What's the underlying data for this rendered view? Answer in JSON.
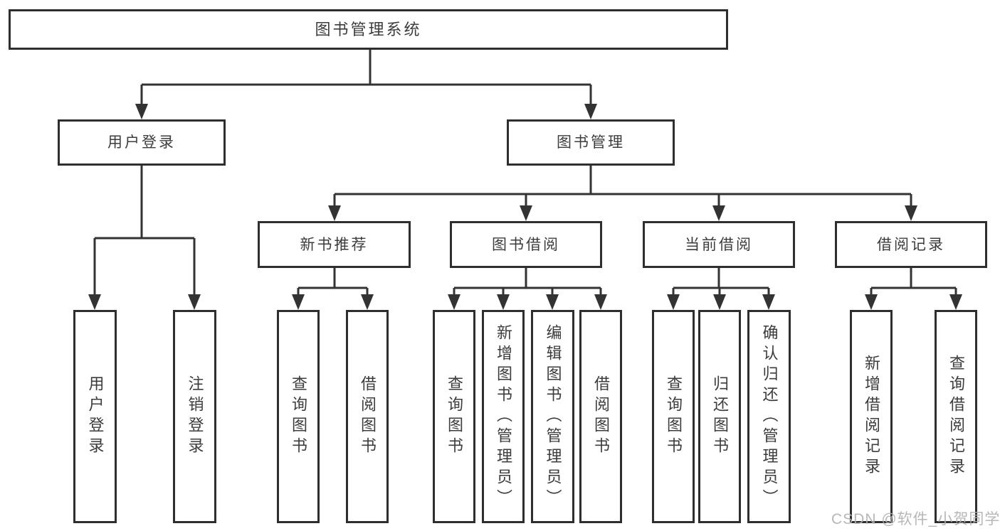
{
  "diagram": {
    "root": {
      "label": "图书管理系统",
      "children": [
        {
          "label": "用户登录",
          "children": [
            {
              "label": "用户登录"
            },
            {
              "label": "注销登录"
            }
          ]
        },
        {
          "label": "图书管理",
          "children": [
            {
              "label": "新书推荐",
              "children": [
                {
                  "label": "查询图书"
                },
                {
                  "label": "借阅图书"
                }
              ]
            },
            {
              "label": "图书借阅",
              "children": [
                {
                  "label": "查询图书"
                },
                {
                  "label": "新增图书（管理员）"
                },
                {
                  "label": "编辑图书（管理员）"
                },
                {
                  "label": "借阅图书"
                }
              ]
            },
            {
              "label": "当前借阅",
              "children": [
                {
                  "label": "查询图书"
                },
                {
                  "label": "归还图书"
                },
                {
                  "label": "确认归还（管理员）"
                }
              ]
            },
            {
              "label": "借阅记录",
              "children": [
                {
                  "label": "新增借阅记录"
                },
                {
                  "label": "查询借阅记录"
                }
              ]
            }
          ]
        }
      ]
    },
    "colors": {
      "box_border": "#2e2e2e",
      "text": "#3c3c3c",
      "line": "#333333",
      "watermark": "#b0b0b0",
      "background": "#ffffff"
    }
  },
  "watermark": {
    "text": "CSDN @软件_小贺同学"
  }
}
